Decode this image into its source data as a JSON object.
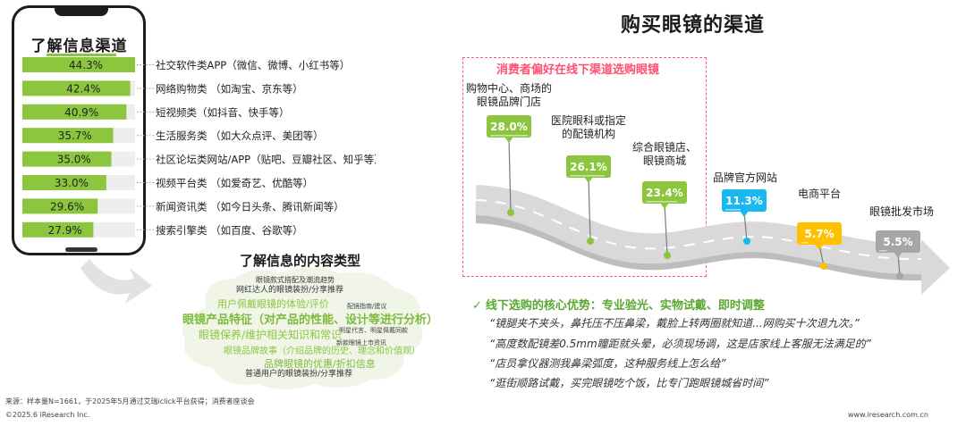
{
  "header": {
    "title": "购买眼镜的渠道"
  },
  "info_channels": {
    "title": "了解信息渠道"
  },
  "content_types": {
    "title": "了解信息的内容类型",
    "words": [
      "眼镜款式搭配及潮流趋势",
      "网红达人的眼镜装扮/分享推荐",
      "配镜指南/建议",
      "用户佩戴眼镜的体验/评价",
      "眼镜产品特征（对产品的性能、设计等进行分析）",
      "明星代言、明星佩戴同款",
      "眼镜保养/维护相关知识和常识",
      "新款眼镜上市资讯",
      "眼镜品牌故事（介绍品牌的历史、理念和价值观）",
      "品牌眼镜的优惠/折扣信息",
      "普通用户的眼镜装扮/分享推荐"
    ]
  },
  "offline_box": {
    "title": "消费者偏好在线下渠道选购眼镜"
  },
  "advantages": {
    "check": "✓",
    "title": "线下选购的核心优势：专业验光、实物试戴、即时调整",
    "quotes": [
      "“镜腿夹不夹头，鼻托压不压鼻梁，戴脸上转两圈就知道...网购买十次退九次。”",
      "“高度数配镜差0.5mm瞳距就头晕，必须现场调，这是店家线上客服无法满足的”",
      "“店员拿仪器测我鼻梁弧度，这种服务线上怎么给”",
      "“逛街顺路试戴，买完眼镜吃个饭，比专门跑眼镜城省时间”"
    ]
  },
  "footer": {
    "source": "来源：样本量N=1661，于2025年5月通过艾瑞iclick平台获得；消费者座谈会",
    "copyright": "©2025.6 iResearch Inc.",
    "website": "www.iresearch.com.cn"
  },
  "colors": {
    "bar_green": "#8cc63f",
    "offline_green": "#8cc63f",
    "online_blue": "#1ab8f0",
    "ecommerce_yellow": "#ffc000",
    "wholesale_gray": "#a6a6a6",
    "accent_pink": "#ff4f72"
  },
  "chart_data": [
    {
      "type": "bar",
      "orientation": "horizontal",
      "title": "了解信息渠道",
      "categories": [
        "社交软件类APP（微信、微博、小红书等）",
        "网络购物类 （如淘宝、京东等）",
        "短视频类（如抖音、快手等）",
        "生活服务类 （如大众点评、美团等）",
        "社区论坛类网站/APP（贴吧、豆瓣社区、知乎等）",
        "视频平台类 （如爱奇艺、优酷等）",
        "新闻资讯类 （如今日头条、腾讯新闻等）",
        "搜索引擎类 （如百度、谷歌等）"
      ],
      "values": [
        44.3,
        42.4,
        40.9,
        35.7,
        35.0,
        33.0,
        29.6,
        27.9
      ],
      "value_labels": [
        "44.3%",
        "42.4%",
        "40.9%",
        "35.7%",
        "35.0%",
        "33.0%",
        "29.6%",
        "27.9%"
      ],
      "xlim": [
        0,
        44.3
      ],
      "unit": "%"
    },
    {
      "type": "bar",
      "title": "购买眼镜的渠道",
      "categories": [
        "购物中心、商场的眼镜品牌门店",
        "医院眼科或指定的配镜机构",
        "综合眼镜店、眼镜商城",
        "品牌官方网站",
        "电商平台",
        "眼镜批发市场"
      ],
      "category_lines": [
        [
          "购物中心、商场的",
          "眼镜品牌门店"
        ],
        [
          "医院眼科或指定",
          "的配镜机构"
        ],
        [
          "综合眼镜店、",
          "眼镜商城"
        ],
        [
          "品牌官方网站"
        ],
        [
          "电商平台"
        ],
        [
          "眼镜批发市场"
        ]
      ],
      "values": [
        28.0,
        26.1,
        23.4,
        11.3,
        5.7,
        5.5
      ],
      "value_labels": [
        "28.0%",
        "26.1%",
        "23.4%",
        "11.3%",
        "5.7%",
        "5.5%"
      ],
      "group": [
        "offline",
        "offline",
        "offline",
        "online",
        "online",
        "offline"
      ],
      "unit": "%"
    }
  ]
}
